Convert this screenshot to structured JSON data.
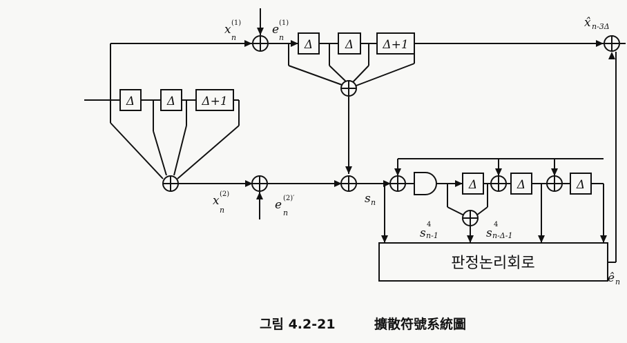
{
  "blocks": {
    "top_delay_1": "Δ",
    "top_delay_2": "Δ",
    "top_delay_3": "Δ+1",
    "left_delay_1": "Δ",
    "left_delay_2": "Δ",
    "left_delay_3": "Δ+1",
    "right_delay_1": "Δ",
    "right_delay_2": "Δ",
    "right_delay_3": "Δ"
  },
  "signals": {
    "x1": {
      "base": "x",
      "sup": "(1)",
      "sub": "n"
    },
    "e1": {
      "base": "e",
      "sup": "(1)",
      "sub": "n"
    },
    "x2": {
      "base": "x",
      "sup": "(2)",
      "sub": "n"
    },
    "e2": {
      "base": "e",
      "sup": "(2)′",
      "sub": "n"
    },
    "s": {
      "base": "s",
      "sub": "n"
    },
    "s_prev": {
      "base": "s",
      "sup": "4",
      "sub": "n-1"
    },
    "s_delta_prev": {
      "base": "s",
      "sup": "4",
      "sub": "n-Δ-1"
    },
    "x_hat": {
      "base": "x̂",
      "sub": "n-3Δ"
    },
    "e_hat": {
      "base": "ê",
      "sub": "n"
    }
  },
  "decision_block": {
    "label": "판정논리회로"
  },
  "caption": {
    "figure_number": "그림 4.2-21",
    "title": "擴散符號系統圖"
  }
}
